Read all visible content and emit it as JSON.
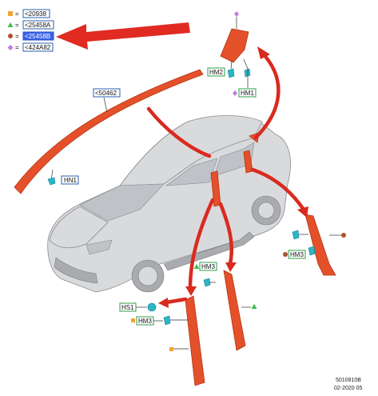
{
  "legend": {
    "items": [
      {
        "symbol": "square",
        "color": "#f2a431",
        "code": "<20938",
        "selected": false
      },
      {
        "symbol": "triangle",
        "color": "#3fbf4f",
        "code": "<25458A",
        "selected": false
      },
      {
        "symbol": "circle",
        "color": "#b0522a",
        "code": "<25458B",
        "selected": true
      },
      {
        "symbol": "diamond",
        "color": "#c27ae0",
        "code": "<424A82",
        "selected": false
      }
    ],
    "separator": "="
  },
  "callouts": {
    "roof_rail": "<50462",
    "hn1": "HN1",
    "hm2": "HM2",
    "hm1": "HM1",
    "hm3_center": "HM3",
    "hm3_right": "HM3",
    "hm3_left": "HM3",
    "hs1": "HS1"
  },
  "footer": {
    "drawing_number": "5010810B",
    "date": "02-2020 05"
  },
  "colors": {
    "part": "#e4502a",
    "arrow": "#d92a20",
    "clip": "#2ab6c8",
    "label_border": "#2a5fb0"
  },
  "icons": [
    "pointer-arrow-icon",
    "clip-icon",
    "square-marker-icon",
    "triangle-marker-icon",
    "circle-marker-icon",
    "diamond-marker-icon"
  ]
}
